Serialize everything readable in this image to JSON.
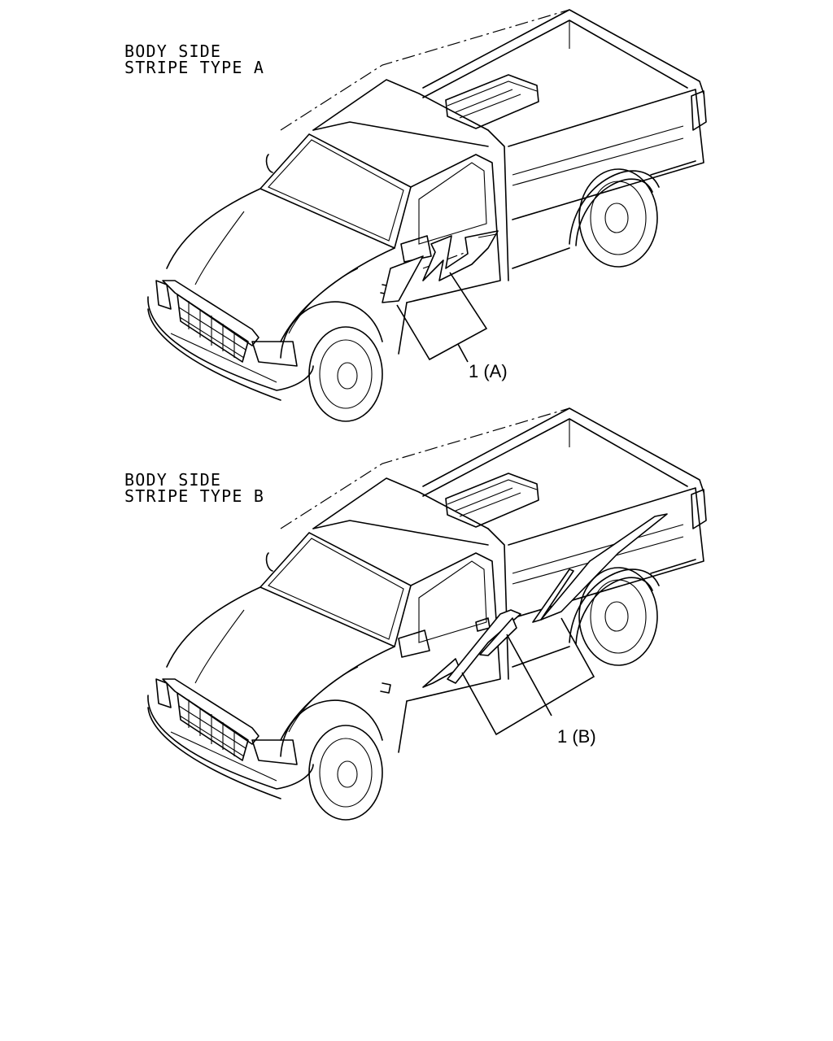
{
  "diagram": {
    "panel_a": {
      "title_line1": "BODY SIDE",
      "title_line2": "STRIPE TYPE A",
      "callout": "1 (A)"
    },
    "panel_b": {
      "title_line1": "BODY SIDE",
      "title_line2": "STRIPE TYPE B",
      "callout": "1 (B)"
    }
  },
  "colors": {
    "ink": "#000000",
    "paper": "#ffffff"
  }
}
